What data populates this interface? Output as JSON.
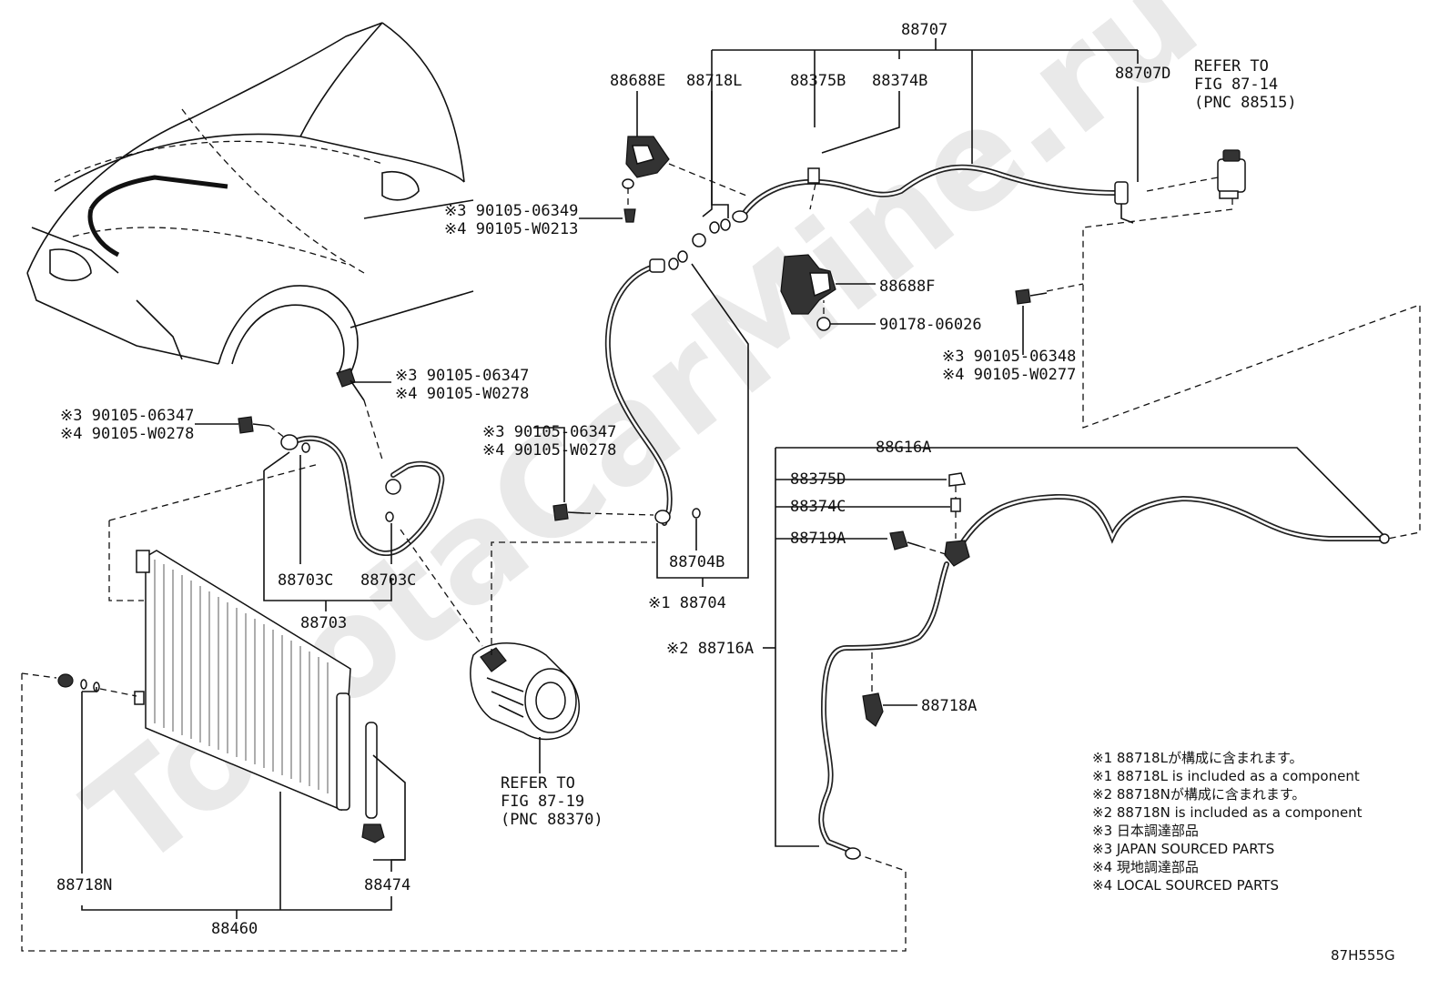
{
  "watermark": "ToyotaCarMine.ru",
  "figure_code": "87H555G",
  "labels": {
    "l88707": "88707",
    "l88688E": "88688E",
    "l88718L": "88718L",
    "l88375B": "88375B",
    "l88374B": "88374B",
    "l88707D": "88707D",
    "ref1_a": "REFER TO",
    "ref1_b": "FIG 87-14",
    "ref1_c": "(PNC 88515)",
    "bolt1_a": "※3 90105-06349",
    "bolt1_b": "※4 90105-W0213",
    "l88688F": "88688F",
    "l90178": "90178-06026",
    "bolt2_a": "※3 90105-06348",
    "bolt2_b": "※4 90105-W0277",
    "bolt3_a": "※3 90105-06347",
    "bolt3_b": "※4 90105-W0278",
    "bolt4_a": "※3 90105-06347",
    "bolt4_b": "※4 90105-W0278",
    "bolt5_a": "※3 90105-06347",
    "bolt5_b": "※4 90105-W0278",
    "l88716A_top": "88G16A",
    "l88375D": "88375D",
    "l88374C": "88374C",
    "l88719A": "88719A",
    "l88716A": "※2 88716A",
    "l88718A": "88718A",
    "l88703C_1": "88703C",
    "l88703C_2": "88703C",
    "l88703": "88703",
    "l88704B": "88704B",
    "l88704": "※1 88704",
    "ref2_a": "REFER TO",
    "ref2_b": "FIG 87-19",
    "ref2_c": "(PNC 88370)",
    "l88718N": "88718N",
    "l88474": "88474",
    "l88460": "88460"
  },
  "notes": [
    "※1 88718Lが構成に含まれます。",
    "※1 88718L is included as a component",
    "※2 88718Nが構成に含まれます。",
    "※2 88718N is included as a component",
    "※3 日本調達部品",
    "※3 JAPAN SOURCED PARTS",
    "※4 現地調達部品",
    "※4 LOCAL SOURCED PARTS"
  ]
}
